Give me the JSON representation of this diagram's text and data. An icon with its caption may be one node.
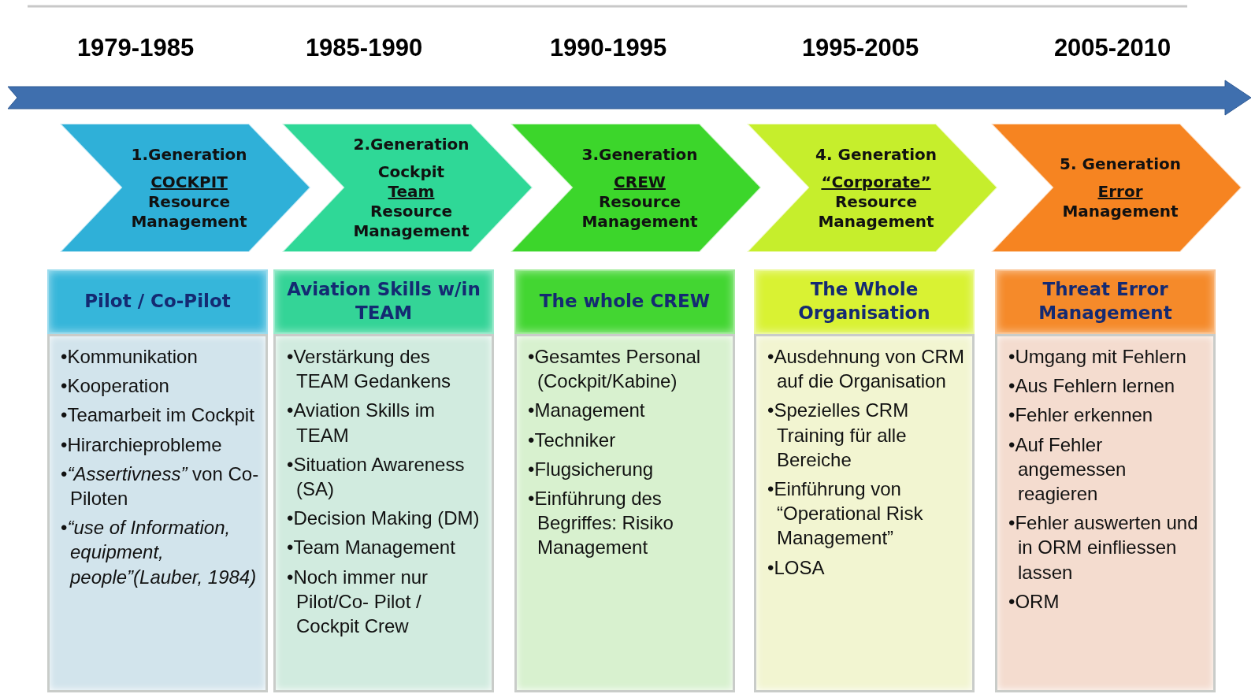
{
  "diagram": {
    "nodes": [
      {
        "text": [
          "1.Generation",
          "COCKPIT",
          "Resource Management"
        ]
      },
      {
        "text": [
          "2.Generation",
          "Cockpit",
          "Team",
          "Resource Management"
        ]
      },
      {
        "text": [
          "3.Generation",
          "CREW",
          "Resource Management"
        ]
      },
      {
        "text": [
          "4. Generation",
          "“Corporate”",
          "Resource Management"
        ]
      },
      {
        "text": [
          "5. Generation",
          "Error",
          "Management"
        ]
      },
      {
        "text": [
          "Pilot / Co-Pilot"
        ]
      },
      {
        "text": [
          "Aviation Skills w/in TEAM"
        ]
      },
      {
        "text": [
          "The whole CREW"
        ]
      },
      {
        "text": [
          "The Whole Organisation"
        ]
      },
      {
        "text": [
          "Threat Error Management"
        ]
      },
      {
        "text": [
          "•Kommunikation",
          "•Kooperation",
          "•Teamarbeit im Cockpit",
          "•Hirarchieprobleme",
          "•*“Assertivness”* von Co-Piloten",
          "•*“use of Information, equipment, people”(Lauber, 1984)*"
        ]
      },
      {
        "text": [
          "•Verstärkung des TEAM Gedankens",
          "•Aviation Skills im TEAM",
          "•Situation Awareness (SA)",
          "•Decision Making (DM)",
          "•Team Management",
          "•Noch immer nur Pilot/Co- Pilot / Cockpit Crew"
        ]
      },
      {
        "text": [
          "•Gesamtes Personal (Cockpit/Kabine)",
          "•Management",
          "•Techniker",
          "•Flugsicherung",
          "•Einführung des Begriffes: Risiko Management"
        ]
      },
      {
        "text": [
          "•Ausdehnung von CRM auf die Organisation",
          "•Spezielles CRM Training für alle Bereiche",
          "•Einführung von “Operational Risk Management”",
          "•LOSA"
        ]
      },
      {
        "text": [
          "•Umgang mit Fehlern",
          "•Aus Fehlern lernen",
          "•Fehler erkennen",
          "•Auf Fehler angemessen reagieren",
          "•Fehler auswerten und in ORM einfliessen lassen",
          "•ORM"
        ]
      }
    ],
    "labels": [
      "1979-1985",
      "1985-1990",
      "1990-1995",
      "1995-2005",
      "2005-2010"
    ]
  }
}
